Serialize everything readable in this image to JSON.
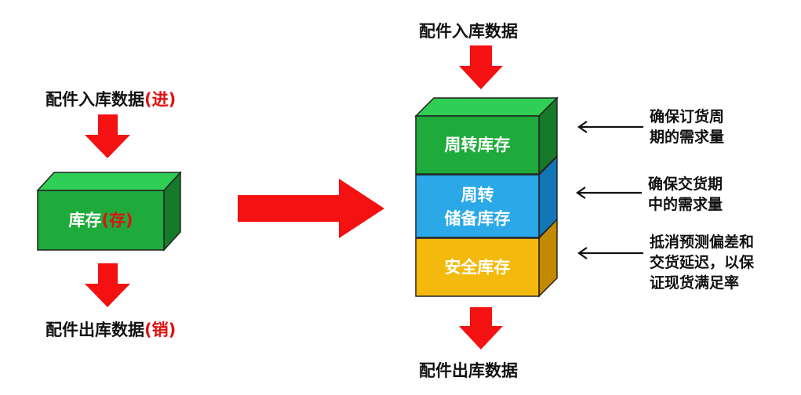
{
  "left": {
    "inbound_label": "配件入库数据",
    "inbound_tag": "(进)",
    "stock_label": "库存",
    "stock_tag": "(存)",
    "outbound_label": "配件出库数据",
    "outbound_tag": "(销)"
  },
  "right": {
    "inbound_label": "配件入库数据",
    "outbound_label": "配件出库数据",
    "layers": [
      {
        "label_line1": "周转库存",
        "label_line2": "",
        "color": "#1faa3c",
        "note_line1": "确保订货周",
        "note_line2": "期的需求量",
        "note_line3": ""
      },
      {
        "label_line1": "周转",
        "label_line2": "储备库存",
        "color": "#2aa8e8",
        "note_line1": "确保交货期",
        "note_line2": "中的需求量",
        "note_line3": ""
      },
      {
        "label_line1": "安全库存",
        "label_line2": "",
        "color": "#f3b90c",
        "note_line1": "抵消预测偏差和",
        "note_line2": "交货延迟，以保",
        "note_line3": "证现货满足率"
      }
    ]
  },
  "colors": {
    "arrow": "#f41111",
    "stock_box": "#1faa3c"
  },
  "icons": {
    "flow_arrow": "red-down-arrow",
    "transform_arrow": "red-right-arrow",
    "note_pointer": "black-left-arrow"
  }
}
